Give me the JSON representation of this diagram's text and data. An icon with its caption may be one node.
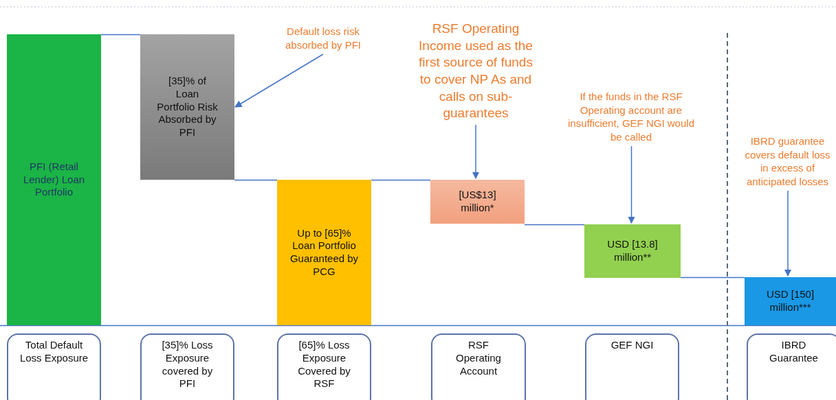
{
  "diagram": {
    "nodes": [
      {
        "text": [
          "PFI (Retail Lender) Loan Portfolio"
        ]
      },
      {
        "text": [
          "[35]% of Loan Portfolio Risk Absorbed by PFI"
        ]
      },
      {
        "text": [
          "Default loss risk absorbed by PFI"
        ]
      },
      {
        "text": [
          "Up to [65]% Loan Portfolio Guaranteed by PCG"
        ]
      },
      {
        "text": [
          "RSF Operating Income used as the first source of funds to cover NP As and calls on sub-guarantees"
        ]
      },
      {
        "text": [
          "[US$13] million*"
        ]
      },
      {
        "text": [
          "If the funds in the RSF Operating account are insufficient, GEF NGI would be called"
        ]
      },
      {
        "text": [
          "USD [13.8] million**"
        ]
      },
      {
        "text": [
          "IBRD guarantee covers default loss in excess of anticipated losses"
        ]
      },
      {
        "text": [
          "USD [150] million***"
        ]
      },
      {
        "text": [
          "Total Default Loss Exposure"
        ]
      },
      {
        "text": [
          "[35]% Loss Exposure covered by PFI"
        ]
      },
      {
        "text": [
          "[65]% Loss Exposure Covered by RSF"
        ]
      },
      {
        "text": [
          "RSF Operating Account"
        ]
      },
      {
        "text": [
          "GEF NGI"
        ]
      },
      {
        "text": [
          "IBRD Guarantee"
        ]
      }
    ],
    "edges": [
      {
        "from": 0,
        "to": 1,
        "arrow": "none"
      },
      {
        "from": 1,
        "to": 3,
        "arrow": "none"
      },
      {
        "from": 3,
        "to": 5,
        "arrow": "none"
      },
      {
        "from": 5,
        "to": 7,
        "arrow": "none"
      },
      {
        "from": 7,
        "to": 9,
        "arrow": "none"
      },
      {
        "from": 2,
        "to": 1,
        "arrow": "to"
      },
      {
        "from": 4,
        "to": 5,
        "arrow": "to"
      },
      {
        "from": 6,
        "to": 7,
        "arrow": "to"
      },
      {
        "from": 8,
        "to": 9,
        "arrow": "to"
      }
    ]
  }
}
